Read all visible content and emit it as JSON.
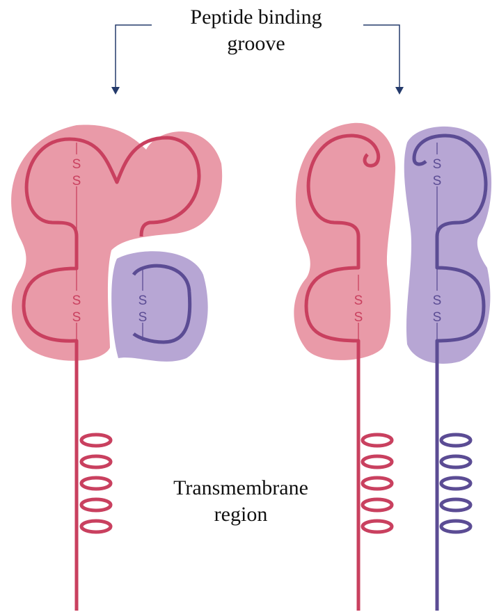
{
  "labels": {
    "peptide_binding_groove": [
      "Peptide binding",
      "groove"
    ],
    "transmembrane_region": [
      "Transmembrane",
      "region"
    ],
    "disulfide_letter": "S"
  },
  "molecules": [
    {
      "name": "left-molecule",
      "chains": [
        "pink",
        "purple"
      ]
    },
    {
      "name": "right-molecule",
      "chains": [
        "pink",
        "purple"
      ]
    }
  ],
  "colors": {
    "pink_fill": "#e99aa8",
    "pink_strand": "#c9405f",
    "purple_fill": "#b7a6d4",
    "purple_strand": "#5b4c94",
    "arrow": "#243a6b",
    "text": "#111111"
  }
}
